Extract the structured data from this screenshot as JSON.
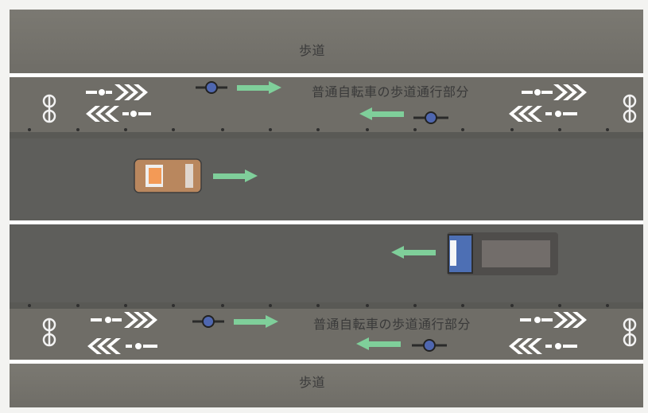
{
  "labels": {
    "sidewalk_top": "歩道",
    "sidewalk_bottom": "歩道",
    "bike_zone_top": "普通自転車の歩道通行部分",
    "bike_zone_bottom": "普通自転車の歩道通行部分"
  },
  "colors": {
    "sidewalk": "#7c7a72",
    "bike_zone": "#6f6d67",
    "roadway": "#5f5e5b",
    "marking": "#ffffff",
    "arrow_green": "#7fcf9a",
    "car_body": "#b8875f",
    "car_roof": "#ff9e5a",
    "truck_cab": "#4d6fb4",
    "truck_bed": "#5a5757"
  },
  "icons": [
    "bicycle-icon",
    "cyclist-icon",
    "chevron-arrow-icon",
    "car-icon",
    "truck-icon",
    "green-direction-arrow-icon"
  ]
}
